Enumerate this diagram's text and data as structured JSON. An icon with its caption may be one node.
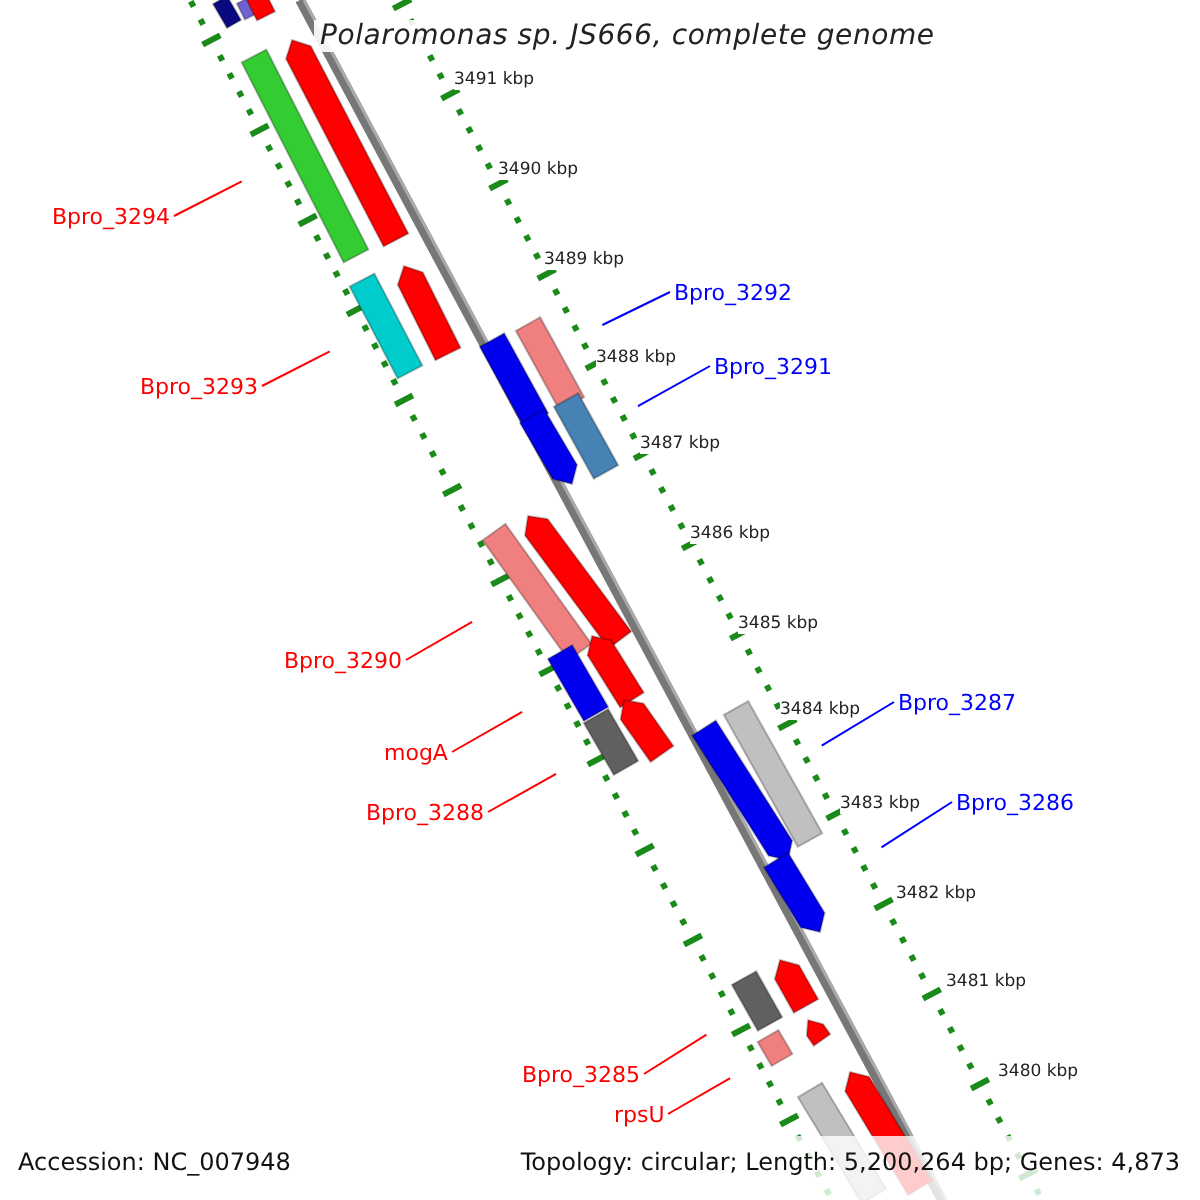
{
  "diagram": {
    "title": "Polaromonas sp. JS666, complete genome",
    "nodes": [
      {
        "text": [
          "Bpro_3294"
        ]
      },
      {
        "text": [
          "Bpro_3292"
        ]
      },
      {
        "text": [
          "Bpro_3291"
        ]
      },
      {
        "text": [
          "Bpro_3293"
        ]
      },
      {
        "text": [
          "Bpro_3290"
        ]
      },
      {
        "text": [
          "Bpro_3287"
        ]
      },
      {
        "text": [
          "mogA"
        ]
      },
      {
        "text": [
          "Bpro_3286"
        ]
      },
      {
        "text": [
          "Bpro_3288"
        ]
      },
      {
        "text": [
          "Bpro_3285"
        ]
      },
      {
        "text": [
          "rpsU"
        ]
      }
    ],
    "edges": [
      {
        "from": 0,
        "to": null,
        "arrow": "none"
      },
      {
        "from": 1,
        "to": null,
        "arrow": "none",
        "color": "#0000ff"
      },
      {
        "from": 2,
        "to": null,
        "arrow": "none",
        "color": "#0000ff"
      },
      {
        "from": 3,
        "to": null,
        "arrow": "none"
      },
      {
        "from": 4,
        "to": null,
        "arrow": "none"
      },
      {
        "from": 5,
        "to": null,
        "arrow": "none",
        "color": "#0000ff"
      },
      {
        "from": 6,
        "to": null,
        "arrow": "none"
      },
      {
        "from": 7,
        "to": null,
        "arrow": "none",
        "color": "#0000ff"
      },
      {
        "from": 8,
        "to": null,
        "arrow": "none"
      },
      {
        "from": 9,
        "to": null,
        "arrow": "none"
      },
      {
        "from": 10,
        "to": null,
        "arrow": "none"
      }
    ],
    "labels": [
      "3491 kbp",
      "3490 kbp",
      "3489 kbp",
      "3488 kbp",
      "3487 kbp",
      "3486 kbp",
      "3485 kbp",
      "3484 kbp",
      "3483 kbp",
      "3482 kbp",
      "3481 kbp",
      "3480 kbp",
      "Accession: NC_007948",
      "Topology: circular; Length: 5,200,264 bp; Genes: 4,873"
    ]
  }
}
